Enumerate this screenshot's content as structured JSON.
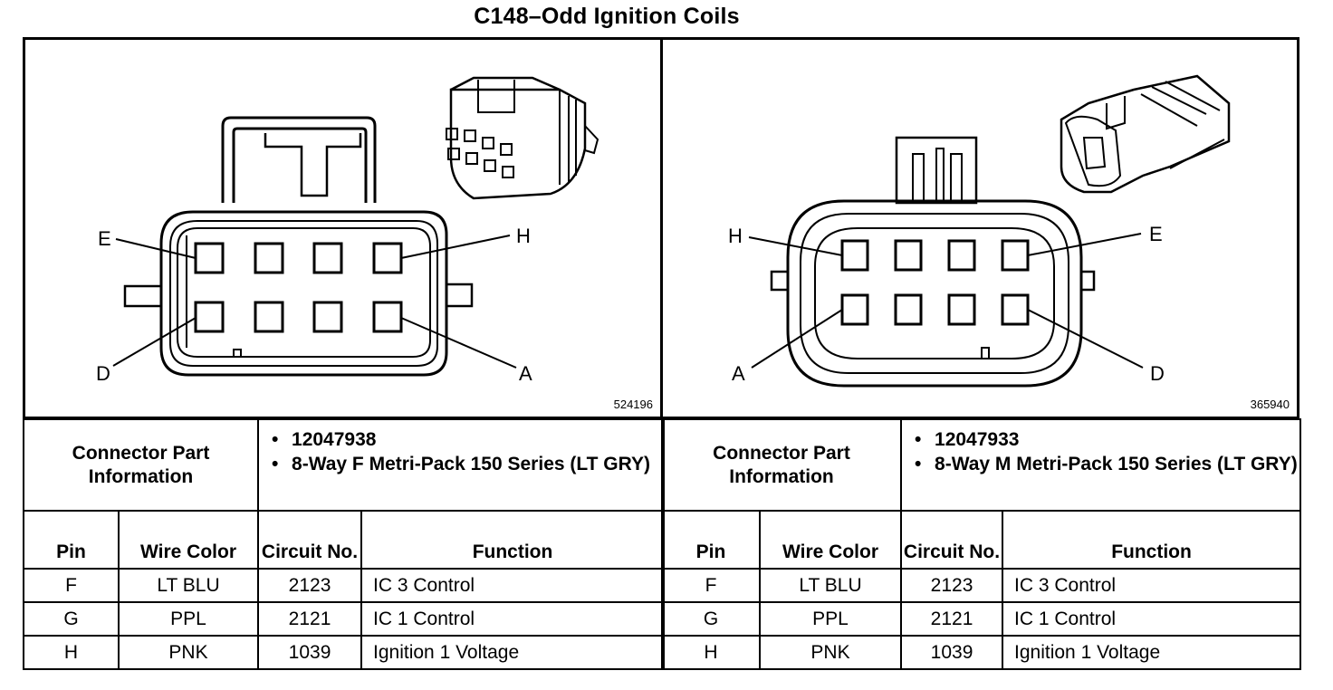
{
  "title": "C148–Odd Ignition Coils",
  "diagrams": [
    {
      "figure_id": "524196",
      "labels": {
        "top_left": "E",
        "top_right": "H",
        "bottom_left": "D",
        "bottom_right": "A"
      }
    },
    {
      "figure_id": "365940",
      "labels": {
        "top_left": "H",
        "top_right": "E",
        "bottom_left": "A",
        "bottom_right": "D"
      }
    }
  ],
  "tables": [
    {
      "connector_label": "Connector Part Information",
      "part_number": "12047938",
      "description": "8-Way F Metri-Pack 150 Series (LT GRY)",
      "headers": {
        "pin": "Pin",
        "wire_color": "Wire Color",
        "circuit": "Circuit No.",
        "function": "Function"
      },
      "rows": [
        {
          "pin": "F",
          "wire_color": "LT BLU",
          "circuit": "2123",
          "function": "IC 3 Control"
        },
        {
          "pin": "G",
          "wire_color": "PPL",
          "circuit": "2121",
          "function": "IC 1 Control"
        },
        {
          "pin": "H",
          "wire_color": "PNK",
          "circuit": "1039",
          "function": "Ignition 1 Voltage"
        }
      ]
    },
    {
      "connector_label": "Connector Part Information",
      "part_number": "12047933",
      "description": "8-Way M Metri-Pack 150 Series (LT GRY)",
      "headers": {
        "pin": "Pin",
        "wire_color": "Wire Color",
        "circuit": "Circuit No.",
        "function": "Function"
      },
      "rows": [
        {
          "pin": "F",
          "wire_color": "LT BLU",
          "circuit": "2123",
          "function": "IC 3 Control"
        },
        {
          "pin": "G",
          "wire_color": "PPL",
          "circuit": "2121",
          "function": "IC 1 Control"
        },
        {
          "pin": "H",
          "wire_color": "PNK",
          "circuit": "1039",
          "function": "Ignition 1 Voltage"
        }
      ]
    }
  ]
}
